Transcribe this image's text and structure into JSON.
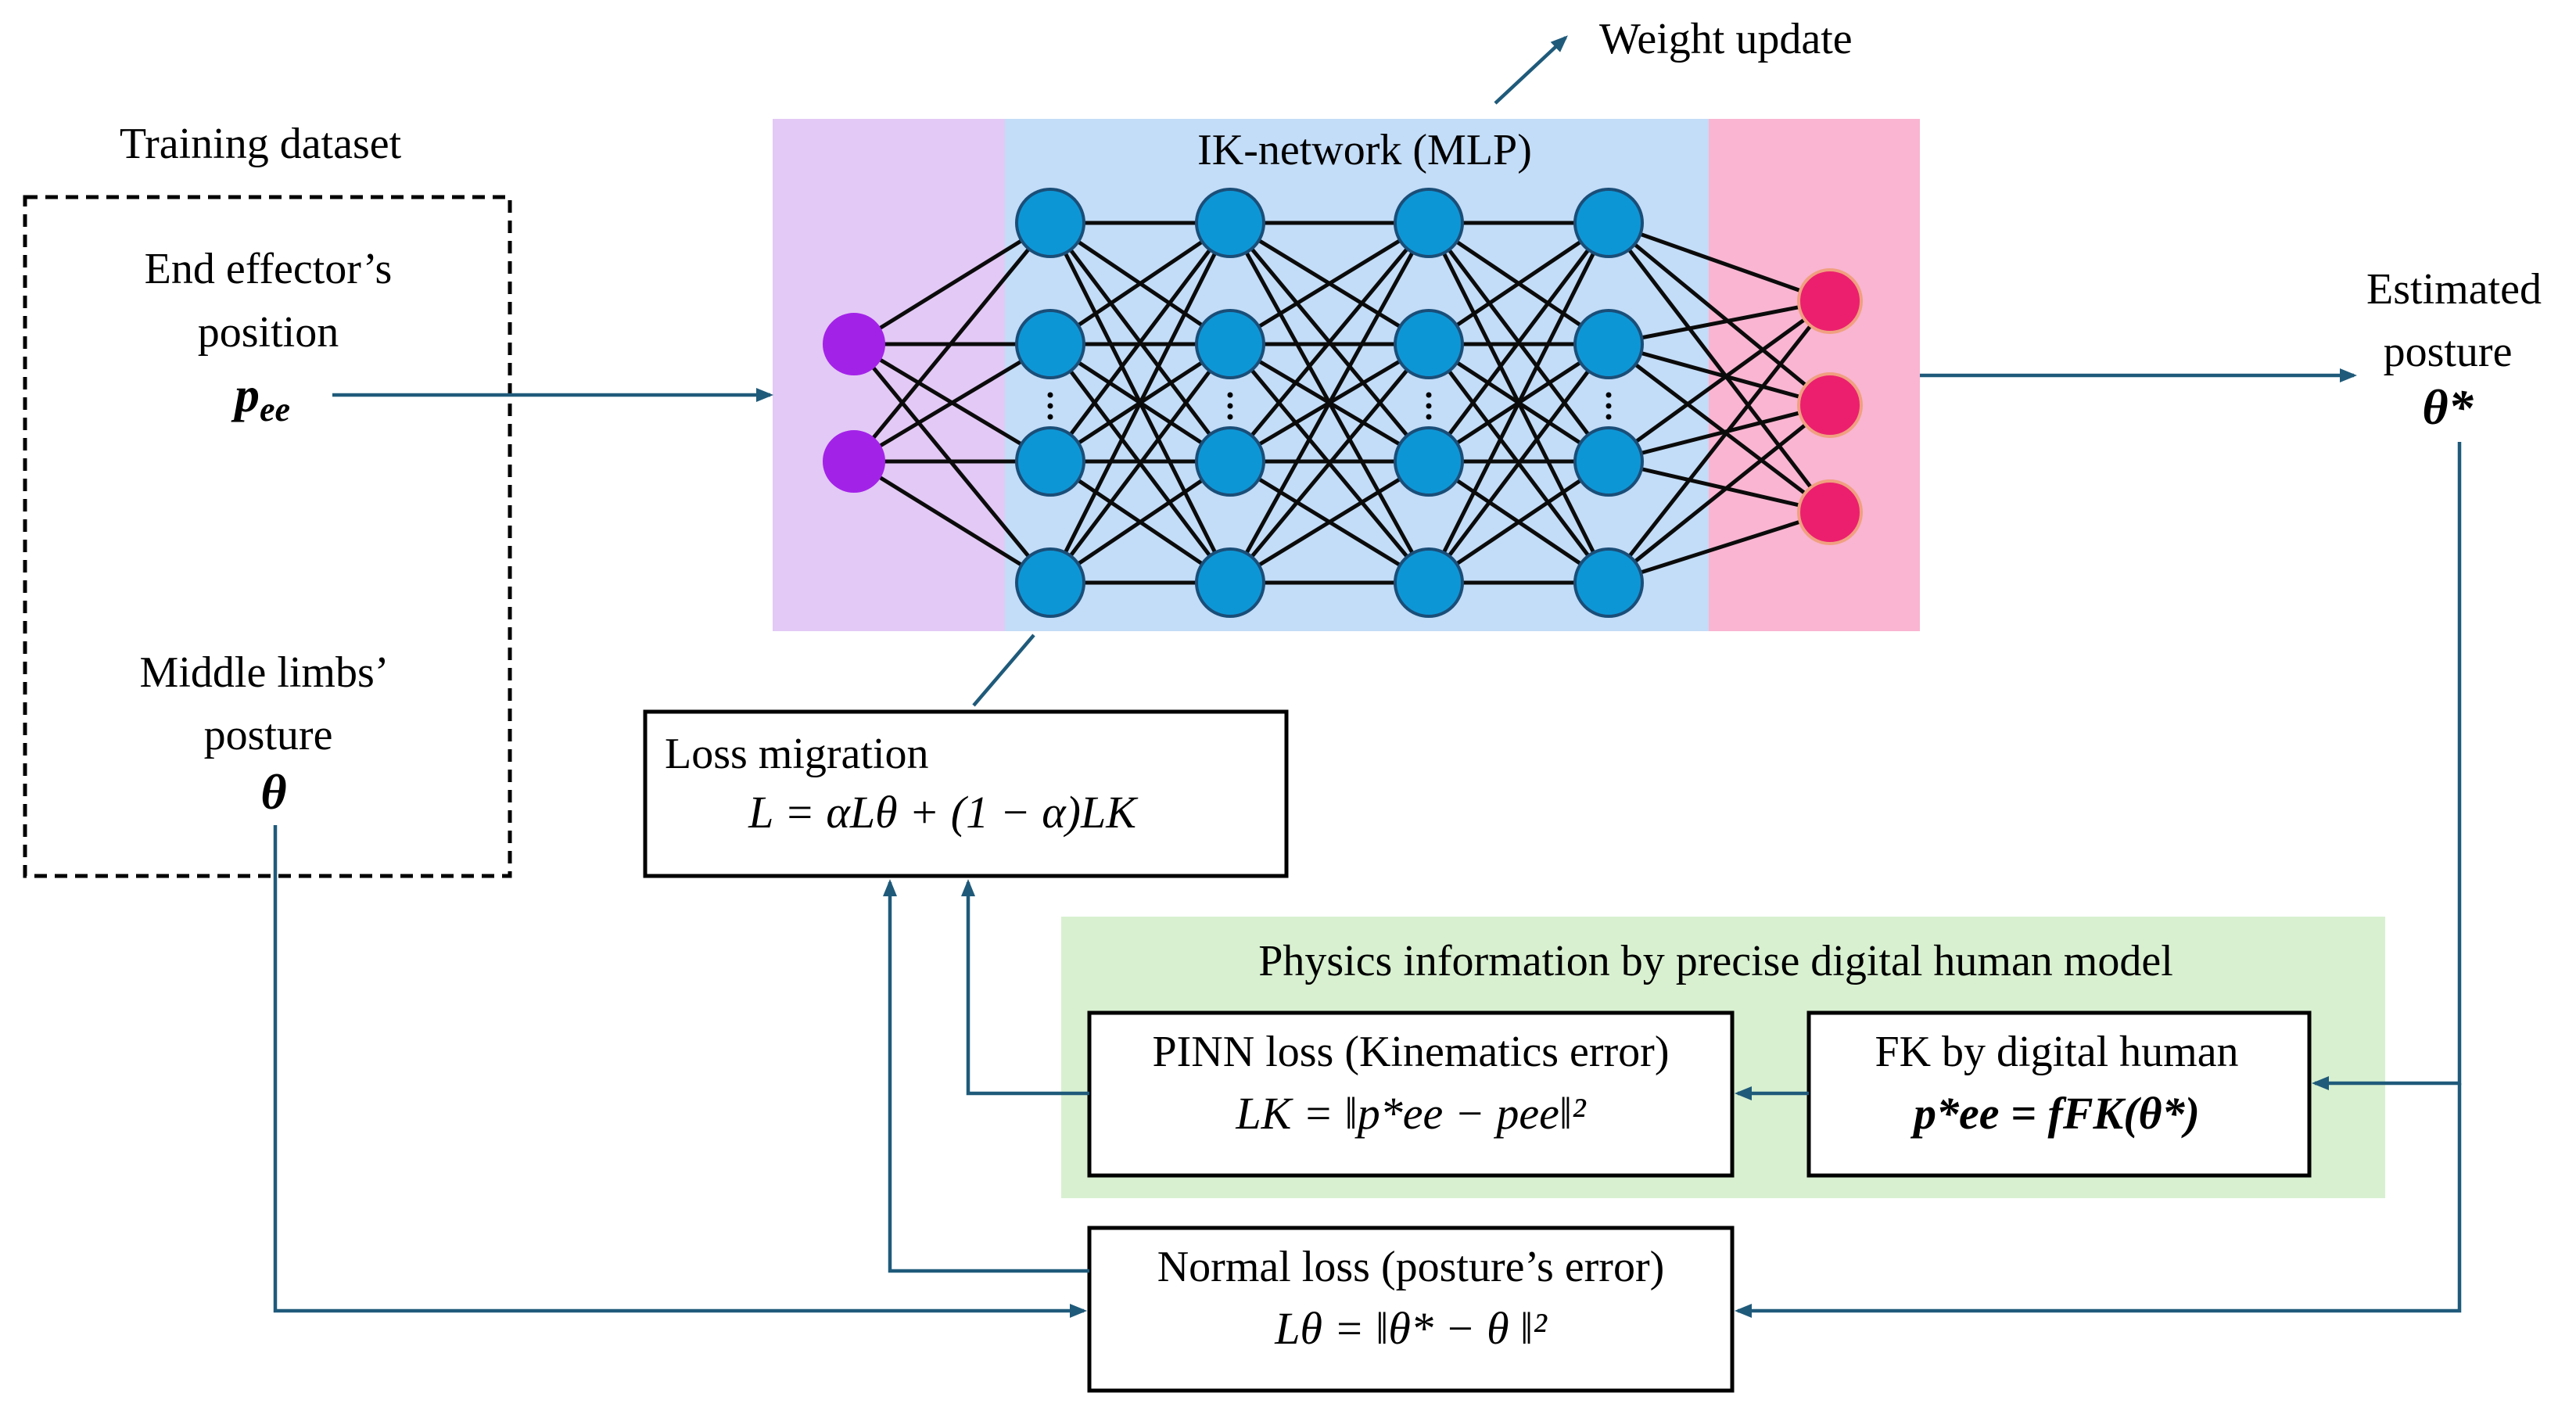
{
  "training": {
    "title": "Training dataset",
    "end_effector_line1": "End effector’s",
    "end_effector_line2": "position",
    "end_effector_sym": "p",
    "end_effector_sub": "ee",
    "middle_line1": "Middle limbs’",
    "middle_line2": "posture",
    "middle_sym": "θ"
  },
  "network": {
    "title": "IK-network (MLP)",
    "weight_update": "Weight update",
    "input_count": 2,
    "hidden_layers": 4,
    "hidden_nodes": 4,
    "output_count": 3,
    "colors": {
      "input_bg": "#e3c9f5",
      "hidden_bg": "#c3dcf7",
      "output_bg": "#f9b5d1",
      "input_node": "#a322e8",
      "hidden_node": "#0d96d6",
      "output_node": "#ec1f6e"
    }
  },
  "output": {
    "line1": "Estimated",
    "line2": "posture",
    "sym": "θ*"
  },
  "loss_migration": {
    "title": "Loss migration",
    "formula": "L = αLθ + (1 − α)LK"
  },
  "physics": {
    "title": "Physics information by precise digital human model",
    "bg_color": "#d8f0d0"
  },
  "pinn": {
    "title": "PINN loss (Kinematics error)",
    "formula": "LK = ‖p*ee − pee‖²"
  },
  "fk": {
    "title": "FK by digital human",
    "formula": "p*ee = fFK(θ*)"
  },
  "normal": {
    "title": "Normal loss (posture’s error)",
    "formula": "Lθ = ‖θ* − θ ‖²"
  },
  "arrow_color": "#1f5a7a"
}
